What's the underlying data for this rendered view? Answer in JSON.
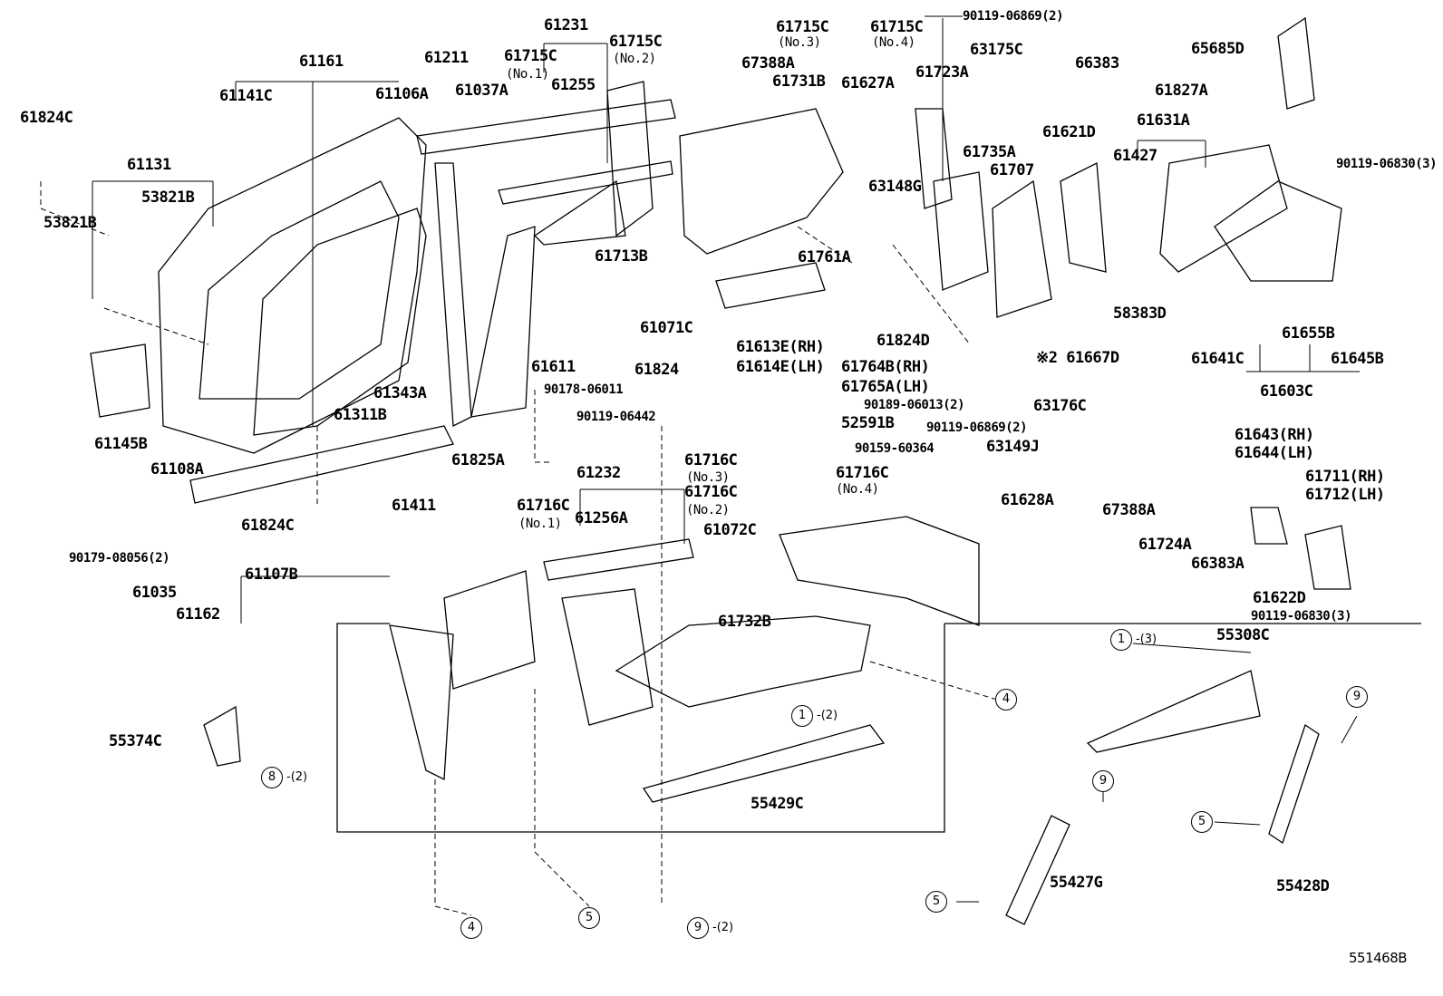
{
  "diagram_code": "551468B",
  "labels": [
    "61824C",
    "61161",
    "61141C",
    "61211",
    "61231",
    "61715C",
    "(No.2)",
    "61715C",
    "(No.1)",
    "61037A",
    "61255",
    "61106A",
    "61131",
    "53821B",
    "53821B",
    "61715C",
    "(No.3)",
    "61715C",
    "(No.4)",
    "90119-06869(2)",
    "66383",
    "63175C",
    "65685D",
    "67388A",
    "61731B",
    "61627A",
    "61723A",
    "61827A",
    "61621D",
    "61631A",
    "61427",
    "61735A",
    "61707",
    "90119-06830(3)",
    "63148G",
    "61761A",
    "61713B",
    "61071C",
    "61613E(RH)",
    "61614E(LH)",
    "61764B(RH)",
    "61765A(LH)",
    "61824D",
    "※2 61667D",
    "58383D",
    "61641C",
    "61655B",
    "61645B",
    "61603C",
    "61611",
    "61824",
    "61343A",
    "61311B",
    "61145B",
    "61108A",
    "90178-06011",
    "90119-06442",
    "90189-06013(2)",
    "52591B",
    "90119-06869(2)",
    "63176C",
    "90159-60364",
    "63149J",
    "61825A",
    "61411",
    "61716C",
    "(No.3)",
    "61716C",
    "(No.4)",
    "61232",
    "61716C",
    "(No.2)",
    "61716C",
    "(No.1)",
    "61256A",
    "61824C",
    "61628A",
    "67388A",
    "61643(RH)",
    "61644(LH)",
    "61711(RH)",
    "61712(LH)",
    "61724A",
    "66383A",
    "61622D",
    "90119-06830(3)",
    "61072C",
    "90179-08056(2)",
    "61035",
    "61162",
    "61107B",
    "61732B",
    "55308C",
    "55374C",
    "55429C",
    "55427G",
    "55428D"
  ],
  "callouts": [
    {
      "num": "1",
      "qty": "-(3)"
    },
    {
      "num": "1",
      "qty": "-(2)"
    },
    {
      "num": "4",
      "qty": ""
    },
    {
      "num": "8",
      "qty": "-(2)"
    },
    {
      "num": "9",
      "qty": ""
    },
    {
      "num": "9",
      "qty": ""
    },
    {
      "num": "5",
      "qty": ""
    },
    {
      "num": "5",
      "qty": ""
    },
    {
      "num": "4",
      "qty": ""
    },
    {
      "num": "5",
      "qty": ""
    },
    {
      "num": "9",
      "qty": "-(2)"
    }
  ]
}
